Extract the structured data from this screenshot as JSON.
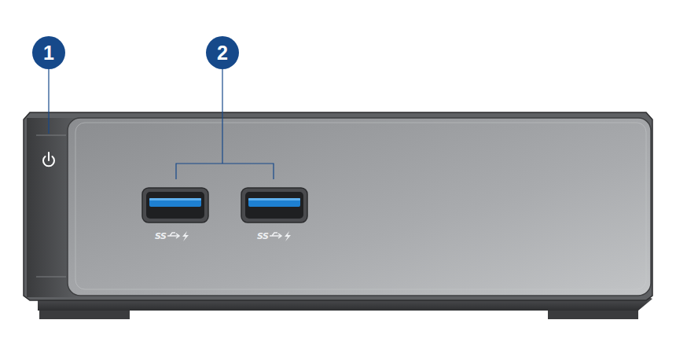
{
  "diagram": {
    "labels": [
      "1",
      "2",
      "SS",
      "SS"
    ]
  }
}
